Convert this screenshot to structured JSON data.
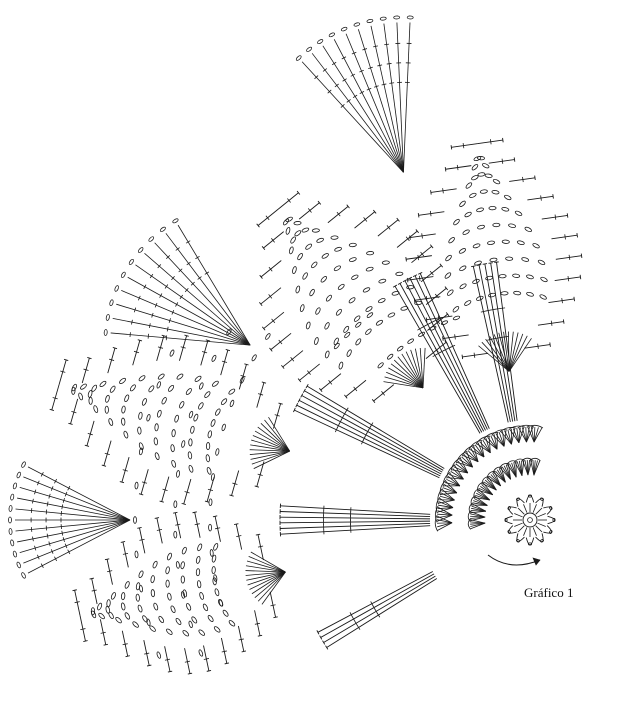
{
  "caption": "Gráfico 1",
  "colors": {
    "ink": "#1a1a1a",
    "background": "#ffffff"
  },
  "chart": {
    "center": "center-motif-ring",
    "pineapple_motifs": 4,
    "fan_motifs": 3,
    "shell_rows": 2,
    "arrow": "direction-arrow"
  }
}
